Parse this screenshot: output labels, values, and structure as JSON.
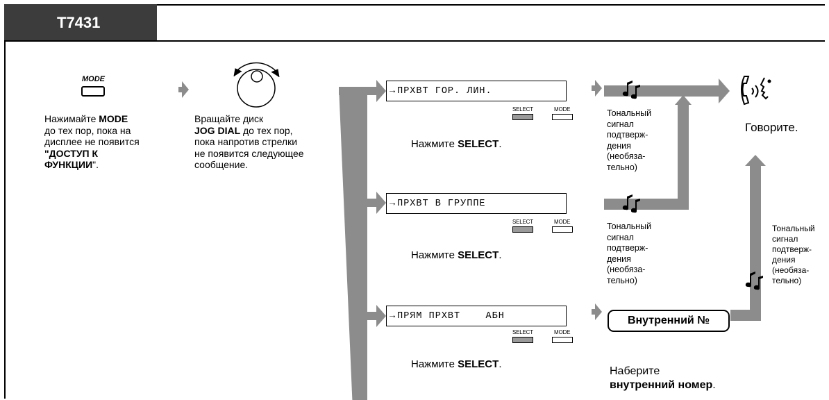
{
  "header": {
    "model": "T7431"
  },
  "step_mode": {
    "key_label": "MODE",
    "line1_a": "Нажимайте ",
    "line1_b": "MODE",
    "line2": "до тех пор, пока на",
    "line3": "дисплее не появится",
    "line4": "\"ДОСТУП К",
    "line5_a": "ФУНКЦИИ",
    "line5_b": "\"."
  },
  "step_jog": {
    "line1": "Вращайте диск",
    "line2_a": "JOG DIAL",
    "line2_b": " до тех пор,",
    "line3": "пока напротив стрелки",
    "line4": "не появится следующее",
    "line5": "сообщение."
  },
  "displays": [
    {
      "arrow": "→",
      "text": "ПРХВТ ГОР. ЛИН."
    },
    {
      "arrow": "→",
      "text": "ПРХВТ В ГРУППЕ"
    },
    {
      "arrow": "→",
      "text": "ПРЯМ ПРХВТ    АБН"
    }
  ],
  "soft_keys": {
    "select": "SELECT",
    "mode": "MODE"
  },
  "press_select": {
    "prefix": "Нажмите ",
    "key": "SELECT",
    "suffix": "."
  },
  "tone": {
    "line1": "Тональный",
    "line2": "сигнал",
    "line3": "подтверж-",
    "line4": "дения",
    "line5": "(необяза-",
    "line6": "тельно)"
  },
  "talk": "Говорите.",
  "extension_button": "Внутренний №",
  "dial": {
    "line1": "Наберите",
    "line2": "внутренний номер",
    "suffix": "."
  },
  "icons": [
    "mode-key-icon",
    "jog-dial-icon",
    "music-note-icon",
    "handset-talking-icon"
  ],
  "colors": {
    "arrow": "#8c8c8c",
    "tab": "#3c3c3c",
    "select_key": "#9a9a9a"
  }
}
